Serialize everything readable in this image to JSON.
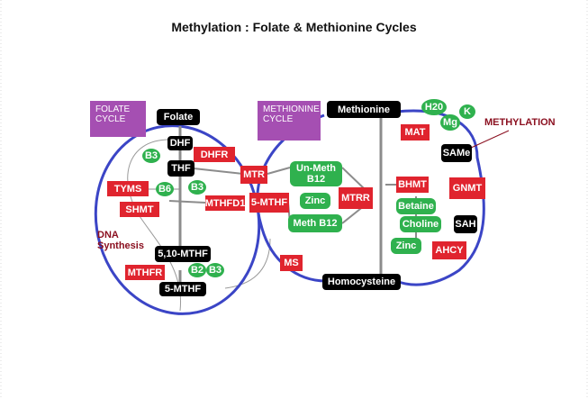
{
  "title": "Methylation : Folate & Methionine Cycles",
  "cycles": {
    "folate": "FOLATE CYCLE",
    "methionine": "METHIONINE CYCLE"
  },
  "labels": {
    "methylation": "METHYLATION",
    "dna_synthesis": "DNA Synthesis"
  },
  "metabolites": {
    "folate": "Folate",
    "dhf": "DHF",
    "thf": "THF",
    "mthf_5_10": "5,10-MTHF",
    "mthf_5": "5-MTHF",
    "methionine": "Methionine",
    "same": "SAMe",
    "sah": "SAH",
    "homocysteine": "Homocysteine"
  },
  "enzymes": {
    "dhfr": "DHFR",
    "tyms": "TYMS",
    "shmt": "SHMT",
    "mthfd1": "MTHFD1",
    "mthfr": "MTHFR",
    "mtr": "MTR",
    "mthf_enzyme": "5-MTHF",
    "mtrr": "MTRR",
    "ms": "MS",
    "mat": "MAT",
    "bhmt": "BHMT",
    "gnmt": "GNMT",
    "ahcy": "AHCY"
  },
  "cofactors": {
    "b3_thf": "B3",
    "b6": "B6",
    "b3_mid": "B3",
    "b2": "B2",
    "b3_low": "B3",
    "un_meth_b12": "Un-Meth B12",
    "zinc_mid": "Zinc",
    "meth_b12": "Meth B12",
    "betaine": "Betaine",
    "choline": "Choline",
    "zinc_right": "Zinc",
    "h2o": "H20",
    "mg": "Mg",
    "k": "K"
  },
  "colors": {
    "metabolite": "#000000",
    "enzyme": "#e0242e",
    "cofactor": "#2fb14e",
    "cycle_box": "#a54fb2",
    "cycle_ring": "#3b45c6",
    "connector": "#8c8c8c",
    "label": "#8b1020"
  }
}
